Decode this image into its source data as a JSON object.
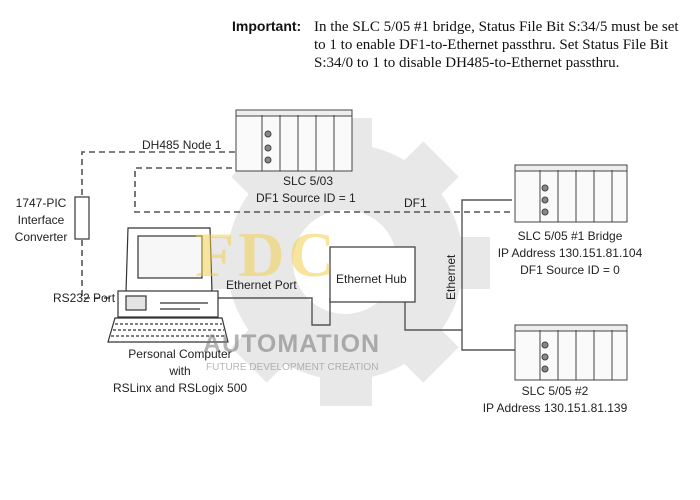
{
  "note": {
    "label": "Important:",
    "text": "In the SLC 5/05 #1 bridge, Status File Bit S:34/5 must be set to 1 to enable DF1-to-Ethernet passthru. Set Status File Bit S:34/0 to 1 to disable DH485-to-Ethernet passthru."
  },
  "labels": {
    "dh485_node": "DH485 Node 1",
    "slc503_name": "SLC 5/03",
    "slc503_src": "DF1 Source ID = 1",
    "df1": "DF1",
    "pic_line1": "1747-PIC",
    "pic_line2": "Interface",
    "pic_line3": "Converter",
    "rs232": "RS232 Port",
    "ethernet_port": "Ethernet Port",
    "ethernet_hub": "Ethernet Hub",
    "ethernet_vertical": "Ethernet",
    "slc1_name": "SLC 5/05 #1 Bridge",
    "slc1_ip": "IP Address 130.151.81.104",
    "slc1_src": "DF1 Source ID = 0",
    "slc2_name": "SLC 5/05 #2",
    "slc2_ip": "IP Address 130.151.81.139",
    "pc_line1": "Personal Computer",
    "pc_line2": "with",
    "pc_line3": "RSLinx and RSLogix 500"
  },
  "watermark": {
    "logo": "FDC",
    "brand": "AUTOMATION",
    "tagline": "FUTURE DEVELOPMENT CREATION"
  },
  "colors": {
    "gear": "#e6e6e6",
    "watermark_gold": "#f2cf50",
    "line": "#444444"
  }
}
